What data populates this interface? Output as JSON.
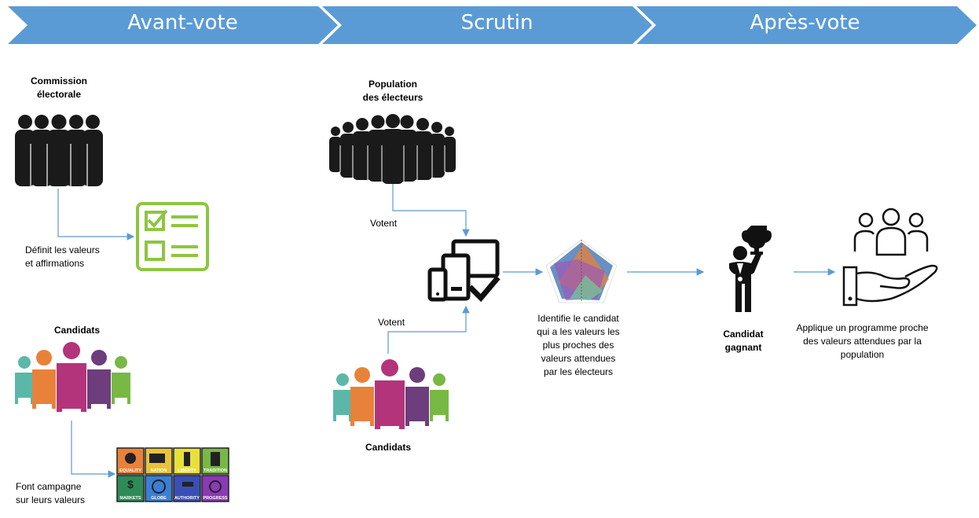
{
  "phases": [
    "Avant-vote",
    "Scrutin",
    "Après-vote"
  ],
  "avant": {
    "commission_line1": "Commission",
    "commission_line2": "électorale",
    "definit_line1": "Définit les valeurs",
    "definit_line2": "et affirmations",
    "candidats": "Candidats",
    "campagne_line1": "Font campagne",
    "campagne_line2": "sur leurs valeurs",
    "value_tiles": [
      "EQUALITY",
      "NATION",
      "LIBERTY",
      "TRADITION",
      "MARKETS",
      "GLOBE",
      "AUTHORITY",
      "PROGRESS"
    ]
  },
  "scrutin": {
    "population_line1": "Population",
    "population_line2": "des électeurs",
    "votent_top": "Votent",
    "votent_bottom": "Votent",
    "candidats": "Candidats",
    "identifie_line1": "Identifie le candidat",
    "identifie_line2": "qui a les valeurs les",
    "identifie_line3": "plus proches des",
    "identifie_line4": "valeurs attendues",
    "identifie_line5": "par les électeurs"
  },
  "apres": {
    "gagnant_line1": "Candidat",
    "gagnant_line2": "gagnant",
    "applique_line1": "Applique un programme proche",
    "applique_line2": "des valeurs attendues par la",
    "applique_line3": "population"
  },
  "colors": {
    "banner": "#5b9bd5",
    "arrow_line": "#5b9bd5",
    "checklist": "#8dc63f",
    "people_teal": "#5bb8a8",
    "people_orange": "#e8823a",
    "people_magenta": "#b3347a",
    "people_purple": "#6d3d7c",
    "people_green": "#78b845"
  }
}
